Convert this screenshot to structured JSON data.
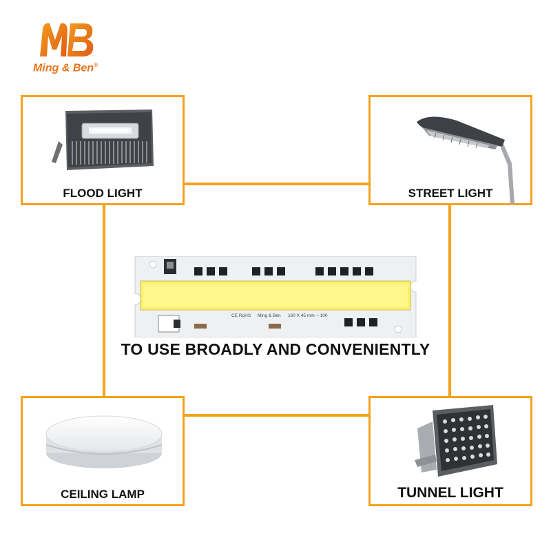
{
  "brand": {
    "logo_text": "Ming & Ben",
    "registered_mark": "®",
    "accent_color": "#f5a21b",
    "logo_color": "#e8761c"
  },
  "headline": "TO USE BROADLY AND CONVENIENTLY",
  "applications": {
    "flood_light": {
      "label": "FLOOD LIGHT",
      "icon": "flood-light-image"
    },
    "street_light": {
      "label": "STREET LIGHT",
      "icon": "street-light-image"
    },
    "ceiling_lamp": {
      "label": "CEILING LAMP",
      "icon": "ceiling-lamp-image"
    },
    "tunnel_light": {
      "label": "TUNNEL LIGHT",
      "icon": "tunnel-light-image"
    }
  },
  "chip": {
    "marking_ce": "CE RoHS",
    "marking_brand": "Ming & Ben",
    "marking_size": "160 X 45 mm -- 100",
    "led_color": "#fbf06a"
  }
}
